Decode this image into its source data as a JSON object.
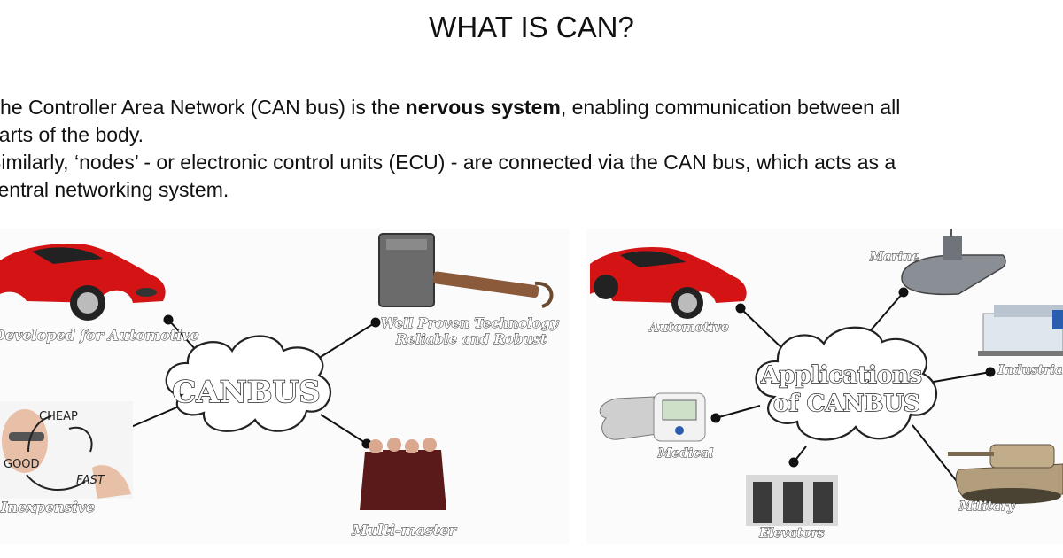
{
  "slide": {
    "title": "WHAT IS CAN?",
    "paragraph1_pre": "The Controller Area Network (CAN bus) is the ",
    "paragraph1_bold": "nervous system",
    "paragraph1_post": ", enabling communication between all parts of the body.",
    "paragraph1_line2": "parts of the body.",
    "paragraph2_line1": "Similarly, ‘nodes’ - or electronic control units (ECU) - are connected via the CAN bus, which acts as a",
    "paragraph2_line2": "central networking system."
  },
  "left_diagram": {
    "center": "CANBUS",
    "nodes": {
      "automotive": "Developed for Automotive",
      "proven": "Well Proven Technology",
      "robust": "Reliable and Robust",
      "inexpensive": "Inexpensive",
      "multimaster": "Multi-master"
    },
    "whiteboard_words": {
      "cheap": "CHEAP",
      "good": "GOOD",
      "fast": "FAST"
    }
  },
  "right_diagram": {
    "center_line1": "Applications",
    "center_line2": "of CANBUS",
    "nodes": {
      "automotive": "Automotive",
      "marine": "Marine",
      "industrial": "Industrial",
      "medical": "Medical",
      "elevators": "Elevators",
      "military": "Military"
    }
  },
  "colors": {
    "car_red": "#d41414",
    "cloud_stroke": "#222222",
    "connector": "#111111"
  }
}
